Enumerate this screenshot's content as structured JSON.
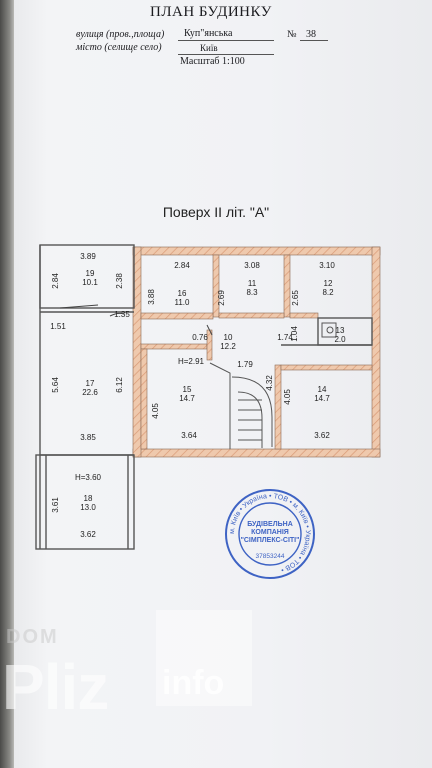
{
  "header": {
    "title": "ПЛАН БУДИНКУ",
    "street_label": "вулиця (пров.,площа)",
    "street_value": "Куп\"янська",
    "number_label": "№",
    "number_value": "38",
    "city_label": "місто (селище село)",
    "city_value": "Київ",
    "scale": "Масштаб 1:100"
  },
  "floor_title": "Поверх II літ. \"А\"",
  "rooms": [
    {
      "id": "19",
      "area": "10.1"
    },
    {
      "id": "16",
      "area": "11.0"
    },
    {
      "id": "11",
      "area": "8.3"
    },
    {
      "id": "12",
      "area": "8.2"
    },
    {
      "id": "13",
      "area": "2.0"
    },
    {
      "id": "10",
      "area": "12.2"
    },
    {
      "id": "17",
      "area": "22.6"
    },
    {
      "id": "15",
      "area": "14.7"
    },
    {
      "id": "14",
      "area": "14.7"
    },
    {
      "id": "18",
      "area": "13.0"
    }
  ],
  "dimensions": [
    "3.89",
    "2.84",
    "2.38",
    "1.35",
    "1.51",
    "2.84",
    "3.88",
    "3.08",
    "2.69",
    "3.10",
    "2.65",
    "1.04",
    "0.76",
    "1.74",
    "1.79",
    "4.32",
    "5.64",
    "6.12",
    "4.05",
    "3.64",
    "4.05",
    "3.62",
    "3.85",
    "3.61",
    "3.62"
  ],
  "heights": [
    "H=2.91",
    "H=3.60"
  ],
  "stamp": {
    "line1": "БУДІВЕЛЬНА",
    "line2": "КОМПАНІЯ",
    "line3": "\"СІМПЛЕКС-СІТІ\"",
    "line4": "37853244",
    "ring": "м. Київ • Україна • ТОВ •"
  },
  "watermark": {
    "dom": "DOM",
    "pliz": "Pliz",
    "info": "info"
  }
}
